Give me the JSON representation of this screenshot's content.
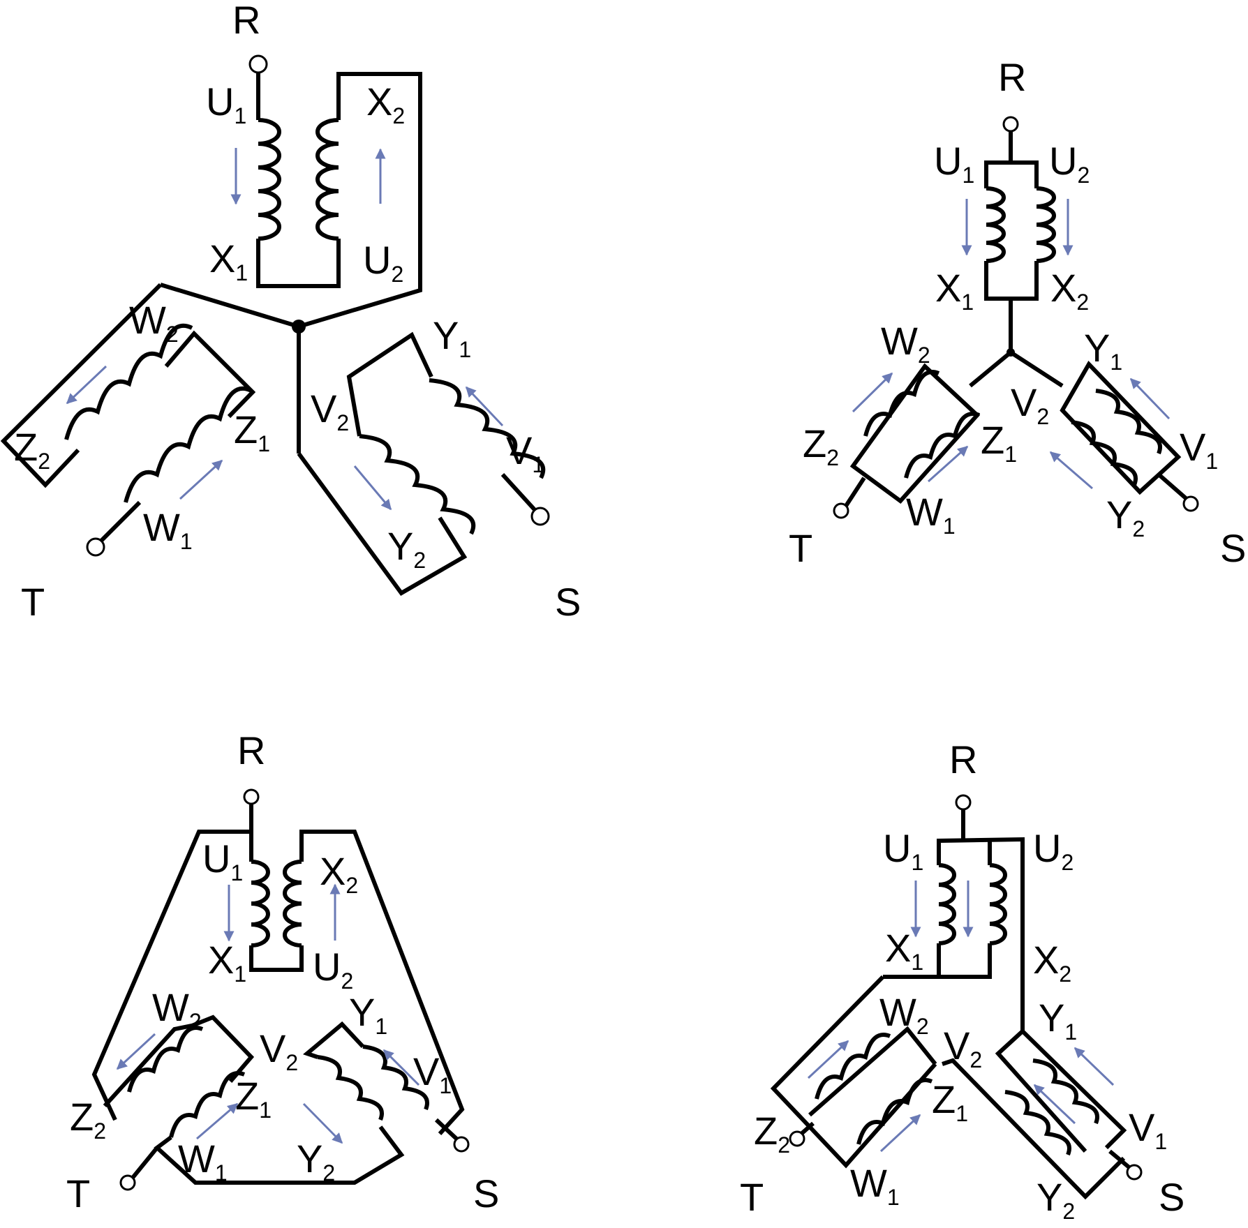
{
  "colors": {
    "wire": "#000000",
    "arrow": "#6a7ab5",
    "background": "#ffffff"
  },
  "diagrams": [
    {
      "id": "top-left",
      "terminals": {
        "r": "R",
        "s": "S",
        "t": "T"
      },
      "windings": {
        "u1": {
          "letter": "U",
          "sub": "1"
        },
        "x1": {
          "letter": "X",
          "sub": "1"
        },
        "x2": {
          "letter": "X",
          "sub": "2"
        },
        "u2": {
          "letter": "U",
          "sub": "2"
        },
        "w2": {
          "letter": "W",
          "sub": "2"
        },
        "z2": {
          "letter": "Z",
          "sub": "2"
        },
        "z1": {
          "letter": "Z",
          "sub": "1"
        },
        "w1": {
          "letter": "W",
          "sub": "1"
        },
        "y1": {
          "letter": "Y",
          "sub": "1"
        },
        "v2": {
          "letter": "V",
          "sub": "2"
        },
        "v1": {
          "letter": "V",
          "sub": "1"
        },
        "y2": {
          "letter": "Y",
          "sub": "2"
        }
      }
    },
    {
      "id": "top-right",
      "terminals": {
        "r": "R",
        "s": "S",
        "t": "T"
      },
      "windings": {
        "u1": {
          "letter": "U",
          "sub": "1"
        },
        "u2": {
          "letter": "U",
          "sub": "2"
        },
        "x1": {
          "letter": "X",
          "sub": "1"
        },
        "x2": {
          "letter": "X",
          "sub": "2"
        },
        "w2": {
          "letter": "W",
          "sub": "2"
        },
        "y1": {
          "letter": "Y",
          "sub": "1"
        },
        "v2": {
          "letter": "V",
          "sub": "2"
        },
        "z2": {
          "letter": "Z",
          "sub": "2"
        },
        "z1": {
          "letter": "Z",
          "sub": "1"
        },
        "v1": {
          "letter": "V",
          "sub": "1"
        },
        "w1": {
          "letter": "W",
          "sub": "1"
        },
        "y2": {
          "letter": "Y",
          "sub": "2"
        }
      }
    },
    {
      "id": "bottom-left",
      "terminals": {
        "r": "R",
        "s": "S",
        "t": "T"
      },
      "windings": {
        "u1": {
          "letter": "U",
          "sub": "1"
        },
        "x2": {
          "letter": "X",
          "sub": "2"
        },
        "x1": {
          "letter": "X",
          "sub": "1"
        },
        "u2": {
          "letter": "U",
          "sub": "2"
        },
        "w2": {
          "letter": "W",
          "sub": "2"
        },
        "v2": {
          "letter": "V",
          "sub": "2"
        },
        "y1": {
          "letter": "Y",
          "sub": "1"
        },
        "v1": {
          "letter": "V",
          "sub": "1"
        },
        "z1": {
          "letter": "Z",
          "sub": "1"
        },
        "z2": {
          "letter": "Z",
          "sub": "2"
        },
        "w1": {
          "letter": "W",
          "sub": "1"
        },
        "y2": {
          "letter": "Y",
          "sub": "2"
        }
      }
    },
    {
      "id": "bottom-right",
      "terminals": {
        "r": "R",
        "s": "S",
        "t": "T"
      },
      "windings": {
        "u1": {
          "letter": "U",
          "sub": "1"
        },
        "u2": {
          "letter": "U",
          "sub": "2"
        },
        "x1": {
          "letter": "X",
          "sub": "1"
        },
        "x2": {
          "letter": "X",
          "sub": "2"
        },
        "w2": {
          "letter": "W",
          "sub": "2"
        },
        "y1": {
          "letter": "Y",
          "sub": "1"
        },
        "v2": {
          "letter": "V",
          "sub": "2"
        },
        "z1": {
          "letter": "Z",
          "sub": "1"
        },
        "v1": {
          "letter": "V",
          "sub": "1"
        },
        "z2": {
          "letter": "Z",
          "sub": "2"
        },
        "w1": {
          "letter": "W",
          "sub": "1"
        },
        "y2": {
          "letter": "Y",
          "sub": "2"
        }
      }
    }
  ]
}
